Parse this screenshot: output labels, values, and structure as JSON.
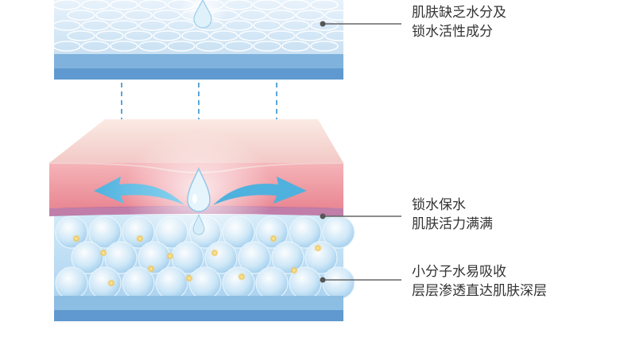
{
  "annotations": [
    {
      "lines": [
        "肌肤缺乏水分及",
        "锁水活性成分"
      ]
    },
    {
      "lines": [
        "锁水保水",
        "肌肤活力满满"
      ]
    },
    {
      "lines": [
        "小分子水易吸收",
        "层层渗透直达肌肤深层"
      ]
    }
  ],
  "colors": {
    "leader_line": "#666666",
    "dot": "#555555",
    "arrow_dash": "#5aa6d8",
    "skin_pink": "#ee9aa2",
    "skin_top": "#f5dcd8",
    "base_blue": "#86b6dd",
    "bubble_blue": "#bfe0f5",
    "flow_arrow": "#5cb8e0"
  },
  "icons": [
    "water-drop-icon",
    "down-arrow-icon",
    "flow-arrow-icon"
  ]
}
